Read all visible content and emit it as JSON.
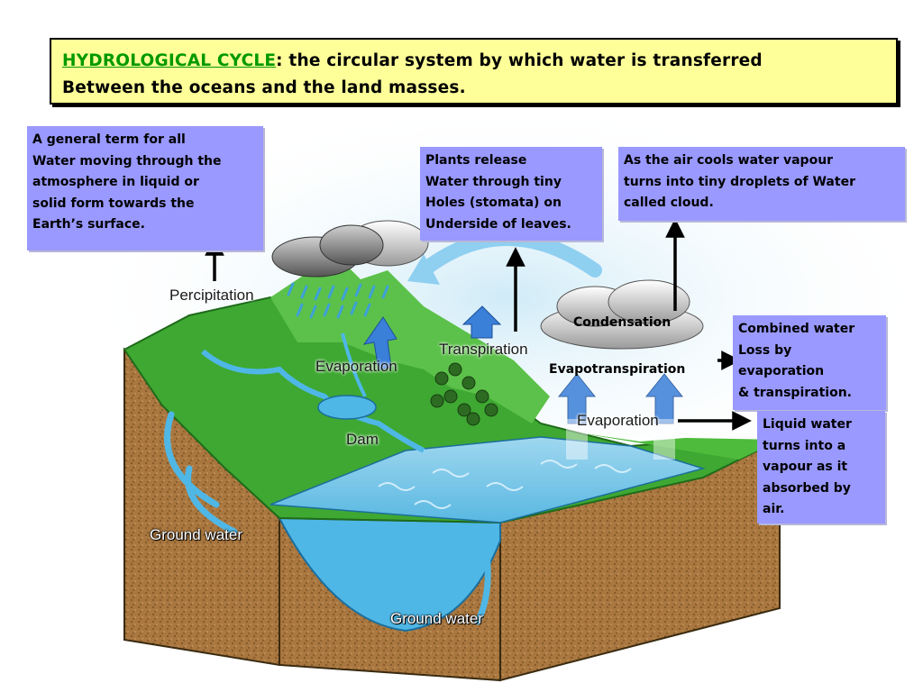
{
  "title": {
    "term": "HYDROLOGICAL CYCLE",
    "definition_line1": ": the circular system by which water is transferred",
    "definition_line2": "Between the oceans and the land masses."
  },
  "notes": {
    "precipitation": [
      "A general term for all",
      "Water moving through the",
      "atmosphere in liquid or",
      "solid form towards the",
      "Earth’s surface."
    ],
    "transpiration": [
      "Plants release",
      "Water through tiny",
      "Holes (stomata) on",
      "Underside of leaves."
    ],
    "condensation": [
      "As the air cools water vapour",
      "turns into tiny droplets of Water",
      "called cloud."
    ],
    "evapotranspiration": [
      "Combined water",
      "Loss by",
      "evaporation",
      "& transpiration."
    ],
    "evaporation": [
      "Liquid water",
      "turns into a",
      "vapour as it",
      "absorbed by",
      "air."
    ]
  },
  "diagram_labels": {
    "precipitation": "Percipitation",
    "evaporation_land": "Evaporation",
    "transpiration": "Transpiration",
    "condensation": "Condensation",
    "evapotranspiration": "Evapotranspiration",
    "evaporation_sea": "Evaporation",
    "dam": "Dam",
    "ground_water_left": "Ground water",
    "ground_water_bottom": "Ground water"
  },
  "colors": {
    "title_bg": "#ffff99",
    "title_term": "#009900",
    "note_bg": "#9999ff",
    "land_green": "#3ea832",
    "soil_brown": "#a9773f",
    "water_blue": "#4fb7e6",
    "sky_blue": "#cdeaf7"
  }
}
